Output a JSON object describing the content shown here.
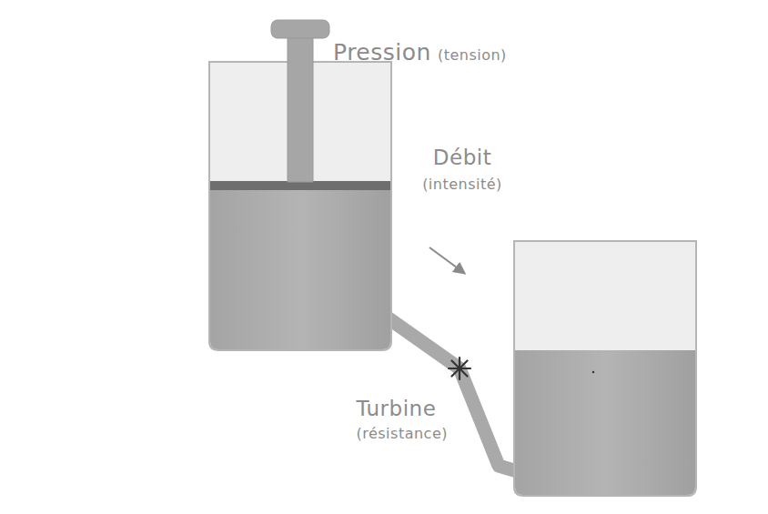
{
  "diagram": {
    "labels": [
      "Pression",
      "(tension)",
      "Débit",
      "(intensité)",
      "Turbine",
      "(résistance)"
    ]
  }
}
